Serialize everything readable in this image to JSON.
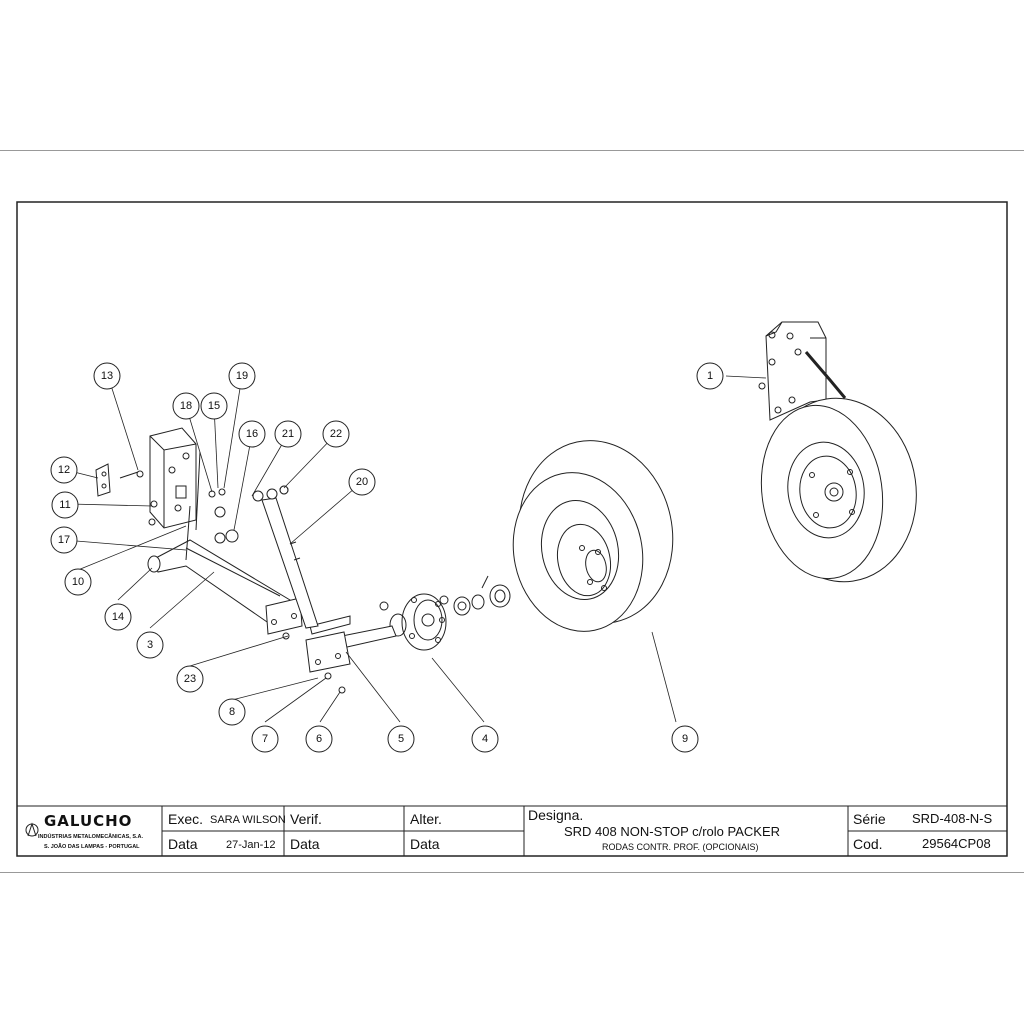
{
  "balloons": [
    {
      "id": "1"
    },
    {
      "id": "3"
    },
    {
      "id": "4"
    },
    {
      "id": "5"
    },
    {
      "id": "6"
    },
    {
      "id": "7"
    },
    {
      "id": "8"
    },
    {
      "id": "9"
    },
    {
      "id": "10"
    },
    {
      "id": "11"
    },
    {
      "id": "12"
    },
    {
      "id": "13"
    },
    {
      "id": "14"
    },
    {
      "id": "15"
    },
    {
      "id": "16"
    },
    {
      "id": "17"
    },
    {
      "id": "18"
    },
    {
      "id": "19"
    },
    {
      "id": "20"
    },
    {
      "id": "21"
    },
    {
      "id": "22"
    },
    {
      "id": "23"
    }
  ],
  "title_block": {
    "company": "GALUCHO",
    "company_line1": "INDÚSTRIAS METALOMECÂNICAS, S.A.",
    "company_line2": "S. JOÃO DAS LAMPAS - PORTUGAL",
    "exec_label": "Exec.",
    "exec_value": "SARA WILSON",
    "data_label": "Data",
    "data_value": "27-Jan-12",
    "verif_label": "Verif.",
    "verif_data_label": "Data",
    "alter_label": "Alter.",
    "alter_data_label": "Data",
    "designa_label": "Designa.",
    "title": "SRD 408 NON-STOP c/rolo PACKER",
    "subtitle": "RODAS CONTR. PROF. (OPCIONAIS)",
    "serie_label": "Série",
    "serie_value": "SRD-408-N-S",
    "cod_label": "Cod.",
    "cod_value": "29564CP08"
  }
}
